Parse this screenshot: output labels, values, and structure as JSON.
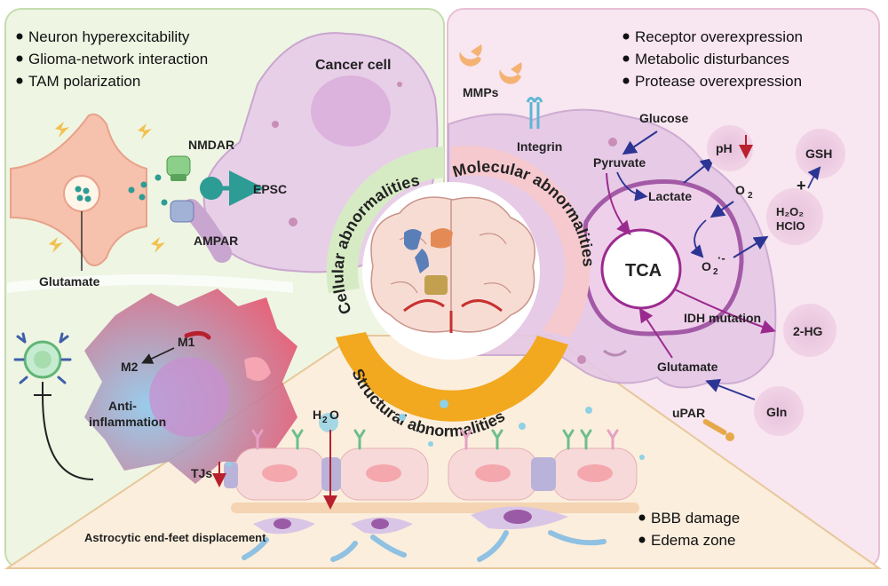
{
  "panels": {
    "cellular": {
      "ring_label": "Cellular abnormalities",
      "bullets": [
        "Neuron hyperexcitability",
        "Glioma-network interaction",
        "TAM polarization"
      ],
      "labels": {
        "cancer_cell": "Cancer cell",
        "nmdar": "NMDAR",
        "epsc": "EPSC",
        "ampar": "AMPAR",
        "glutamate": "Glutamate",
        "m1": "M1",
        "m2": "M2",
        "anti_inflammation": "Anti-\ninflammation"
      }
    },
    "molecular": {
      "ring_label": "Molecular abnormalities",
      "bullets": [
        "Receptor overexpression",
        "Metabolic disturbances",
        "Protease overexpression"
      ],
      "labels": {
        "mmps": "MMPs",
        "integrin": "Integrin",
        "glucose": "Glucose",
        "pyruvate": "Pyruvate",
        "lactate": "Lactate",
        "ph": "pH",
        "gsh": "GSH",
        "o2": "O",
        "o2_sub": "2",
        "o2_radical": "O",
        "o2_radical_sub": "2",
        "o2_radical_sup": "·-",
        "h2o2": "H₂O₂",
        "hclo": "HClO",
        "plus": "+",
        "tca": "TCA",
        "idh_mutation": "IDH mutation",
        "two_hg": "2-HG",
        "glutamate": "Glutamate",
        "upar": "uPAR",
        "gln": "Gln"
      }
    },
    "structural": {
      "ring_label": "Structural abnormalities",
      "bullets": [
        "BBB damage",
        "Edema zone"
      ],
      "labels": {
        "h2o_h": "H",
        "h2o_sub": "2",
        "h2o_o": "O",
        "tjs": "TJs",
        "astrocytic": "Astrocytic end-feet displacement"
      }
    }
  },
  "colors": {
    "cellular_bg": "#eef5e3",
    "molecular_bg": "#f8e6f0",
    "structural_bg": "#fbeedd",
    "cellular_ring": "#d6ebc4",
    "molecular_ring": "#f6c9cf",
    "structural_ring": "#f2a81f",
    "cancer_cell": "#e8cfe8",
    "neuron": "#f6c1ad",
    "arrow_blue": "#2c3593",
    "arrow_purple": "#9b2a8f",
    "down_red": "#b8202e",
    "teal": "#2d9c94"
  }
}
